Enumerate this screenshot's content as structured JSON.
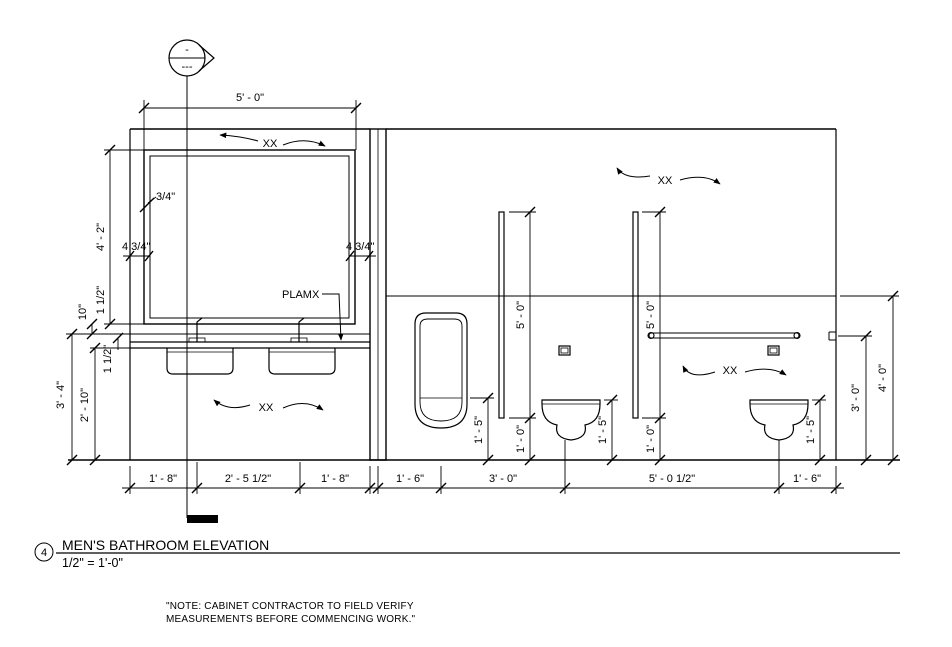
{
  "title_block": {
    "number": "4",
    "title": "MEN'S BATHROOM ELEVATION",
    "scale": "1/2\" = 1'-0\""
  },
  "note": {
    "line1": "\"NOTE: CABINET CONTRACTOR TO FIELD VERIFY",
    "line2": "MEASUREMENTS BEFORE COMMENCING WORK.\""
  },
  "section_marker": {
    "top": "-",
    "bottom": "---"
  },
  "labels": {
    "material": "PLAMX",
    "finish_mirror_wall": "XX",
    "finish_upper_wall": "XX",
    "finish_lower_wall": "XX",
    "finish_stall_wall": "XX"
  },
  "dimensions": {
    "mirror_width": "5' - 0\"",
    "mirror_height": "4' - 2\"",
    "frame_trim": "3/4\"",
    "side_left": "4 3/4\"",
    "side_right": "4 3/4\"",
    "backsplash_top": "1 1/2\"",
    "backsplash": "10\"",
    "counter_thk": "1 1/2\"",
    "counter_height": "3' - 4\"",
    "apron_height": "2' - 10\"",
    "seg_1": "1' - 8\"",
    "seg_2": "2' - 5 1/2\"",
    "seg_3": "1' - 8\"",
    "seg_4": "1' - 6\"",
    "seg_5": "3' - 0\"",
    "seg_6": "5' - 0 1/2\"",
    "seg_7": "1' - 6\"",
    "partition_1_height": "5' - 0\"",
    "partition_1_bottom": "1' - 0\"",
    "urinal_height": "1' - 5\"",
    "toilet_1_height": "1' - 5\"",
    "partition_2_height": "5' - 0\"",
    "partition_2_bottom": "1' - 0\"",
    "toilet_2_height": "1' - 5\"",
    "grab_bar_height": "3' - 0\"",
    "wainscot_height": "4' - 0\""
  }
}
